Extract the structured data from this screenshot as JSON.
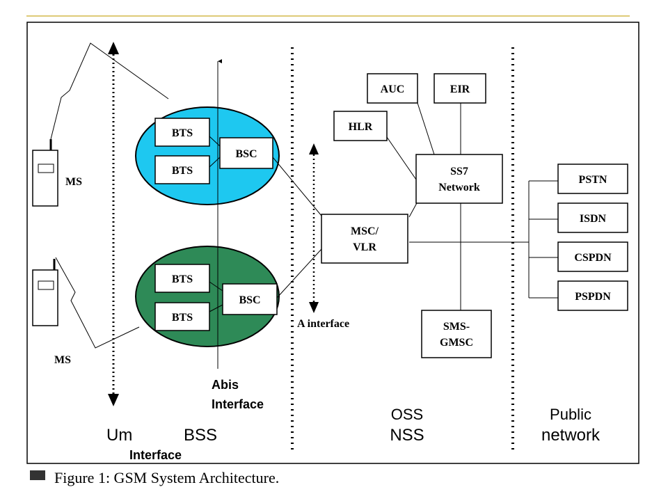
{
  "colors": {
    "slide_rule": "#d4b84a",
    "bts_upper_cell": "#1ec8f0",
    "bts_lower_cell": "#2e8a57",
    "frame": "#000000",
    "caption_square": "#333333"
  },
  "nodes": {
    "bts_upper_1": "BTS",
    "bts_upper_2": "BTS",
    "bsc_upper": "BSC",
    "bts_lower_1": "BTS",
    "bts_lower_2": "BTS",
    "bsc_lower": "BSC",
    "auc": "AUC",
    "eir": "EIR",
    "hlr": "HLR",
    "ss7_line1": "SS7",
    "ss7_line2": "Network",
    "msc_line1": "MSC/",
    "msc_line2": "VLR",
    "sms_line1": "SMS-",
    "sms_line2": "GMSC",
    "pstn": "PSTN",
    "isdn": "ISDN",
    "cspdn": "CSPDN",
    "pspdn": "PSPDN"
  },
  "labels": {
    "ms_upper": "MS",
    "ms_lower": "MS",
    "a_interface": "A interface",
    "abis_line1": "Abis",
    "abis_line2": "Interface",
    "um": "Um",
    "um_interface": "Interface",
    "bss": "BSS",
    "oss": "OSS",
    "nss": "NSS",
    "public_line1": "Public",
    "public_line2": "network"
  },
  "caption": "Figure 1: GSM System Architecture."
}
